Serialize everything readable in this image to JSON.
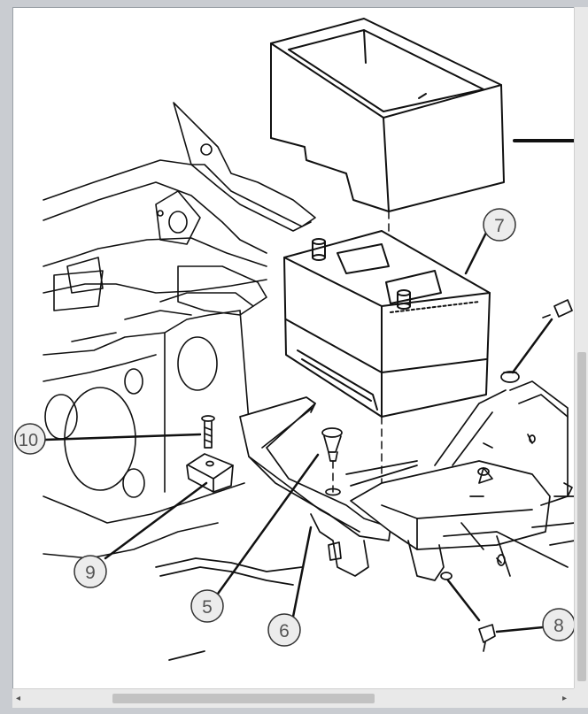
{
  "callouts": {
    "c5": "5",
    "c6": "6",
    "c7": "7",
    "c8": "8",
    "c9": "9",
    "c10": "10"
  },
  "scrollbar": {
    "left_arrow": "◂",
    "right_arrow": "▸"
  },
  "colors": {
    "line": "#111111",
    "callout_fill": "#ececec",
    "callout_stroke": "#333333",
    "callout_text": "#555555"
  }
}
